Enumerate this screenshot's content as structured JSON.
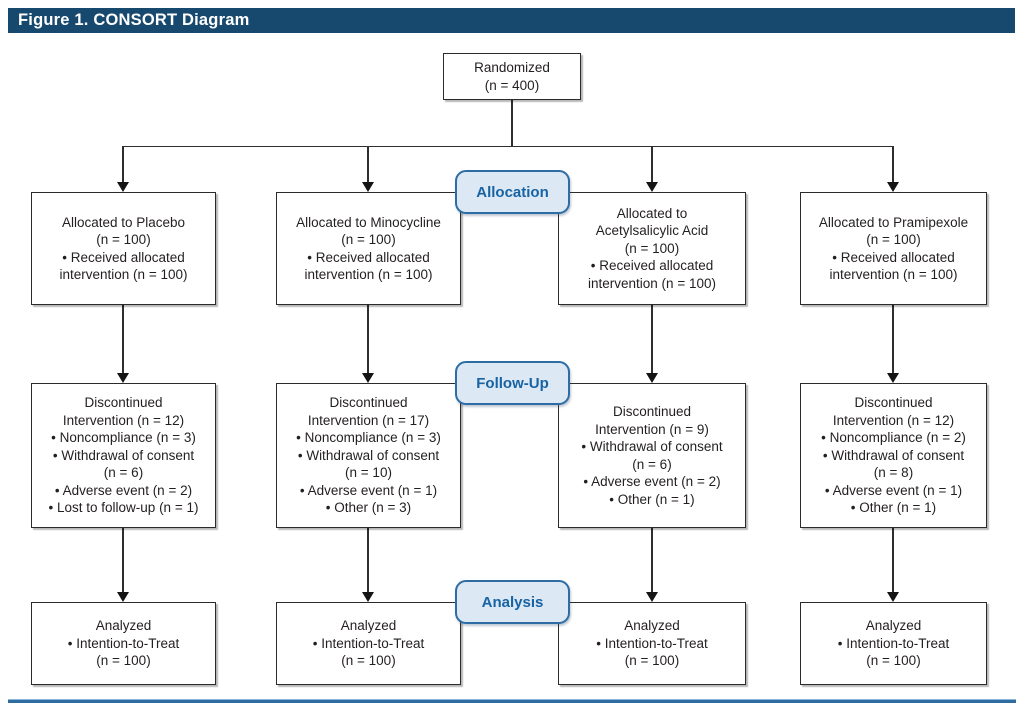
{
  "header": {
    "title": "Figure 1. CONSORT Diagram"
  },
  "colors": {
    "header_bg": "#17496F",
    "header_text": "#FFFFFF",
    "stage_fill": "#DCE8F4",
    "stage_border": "#2E6DA4",
    "stage_text": "#1763A3",
    "box_border": "#2B2B2B",
    "bottom_rule": "#2E6DA4"
  },
  "randomized": {
    "lines": [
      "Randomized",
      "(n = 400)"
    ]
  },
  "stage_labels": {
    "allocation": "Allocation",
    "followup": "Follow-Up",
    "analysis": "Analysis"
  },
  "arms": [
    {
      "name": "Placebo",
      "allocation_lines": [
        "Allocated to Placebo",
        "(n = 100)",
        "• Received allocated",
        "intervention (n = 100)"
      ],
      "followup_lines": [
        "Discontinued",
        "Intervention (n = 12)",
        "• Noncompliance (n = 3)",
        "• Withdrawal of consent",
        "(n = 6)",
        "• Adverse event (n = 2)",
        "• Lost to follow-up (n = 1)"
      ],
      "analysis_lines": [
        "Analyzed",
        "• Intention-to-Treat",
        "(n = 100)"
      ]
    },
    {
      "name": "Minocycline",
      "allocation_lines": [
        "Allocated to Minocycline",
        "(n = 100)",
        "• Received allocated",
        "intervention (n = 100)"
      ],
      "followup_lines": [
        "Discontinued",
        "Intervention (n = 17)",
        "• Noncompliance (n = 3)",
        "• Withdrawal of consent",
        "(n = 10)",
        "• Adverse event (n = 1)",
        "• Other (n = 3)"
      ],
      "analysis_lines": [
        "Analyzed",
        "• Intention-to-Treat",
        "(n = 100)"
      ]
    },
    {
      "name": "Acetylsalicylic Acid",
      "allocation_lines": [
        "Allocated to",
        "Acetylsalicylic Acid",
        "(n = 100)",
        "• Received allocated",
        "intervention (n = 100)"
      ],
      "followup_lines": [
        "Discontinued",
        "Intervention (n = 9)",
        "• Withdrawal of consent",
        "(n = 6)",
        "• Adverse event (n = 2)",
        "• Other (n = 1)"
      ],
      "analysis_lines": [
        "Analyzed",
        "• Intention-to-Treat",
        "(n = 100)"
      ]
    },
    {
      "name": "Pramipexole",
      "allocation_lines": [
        "Allocated to Pramipexole",
        "(n = 100)",
        "• Received allocated",
        "intervention (n = 100)"
      ],
      "followup_lines": [
        "Discontinued",
        "Intervention (n = 12)",
        "• Noncompliance (n = 2)",
        "• Withdrawal of consent",
        "(n = 8)",
        "• Adverse event (n = 1)",
        "• Other (n = 1)"
      ],
      "analysis_lines": [
        "Analyzed",
        "• Intention-to-Treat",
        "(n = 100)"
      ]
    }
  ]
}
